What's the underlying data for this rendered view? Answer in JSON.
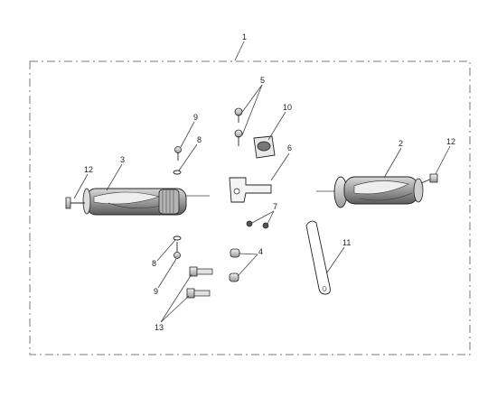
{
  "diagram": {
    "border_color": "#7a7a7a",
    "ink_color": "#222222",
    "callouts": {
      "c1": "1",
      "c2": "2",
      "c3": "3",
      "c4": "4",
      "c5": "5",
      "c6": "6",
      "c7": "7",
      "c8_top": "8",
      "c8_bottom": "8",
      "c9_top": "9",
      "c9_bottom": "9",
      "c10": "10",
      "c11": "11",
      "c12_left": "12",
      "c12_right": "12",
      "c13": "13"
    }
  }
}
